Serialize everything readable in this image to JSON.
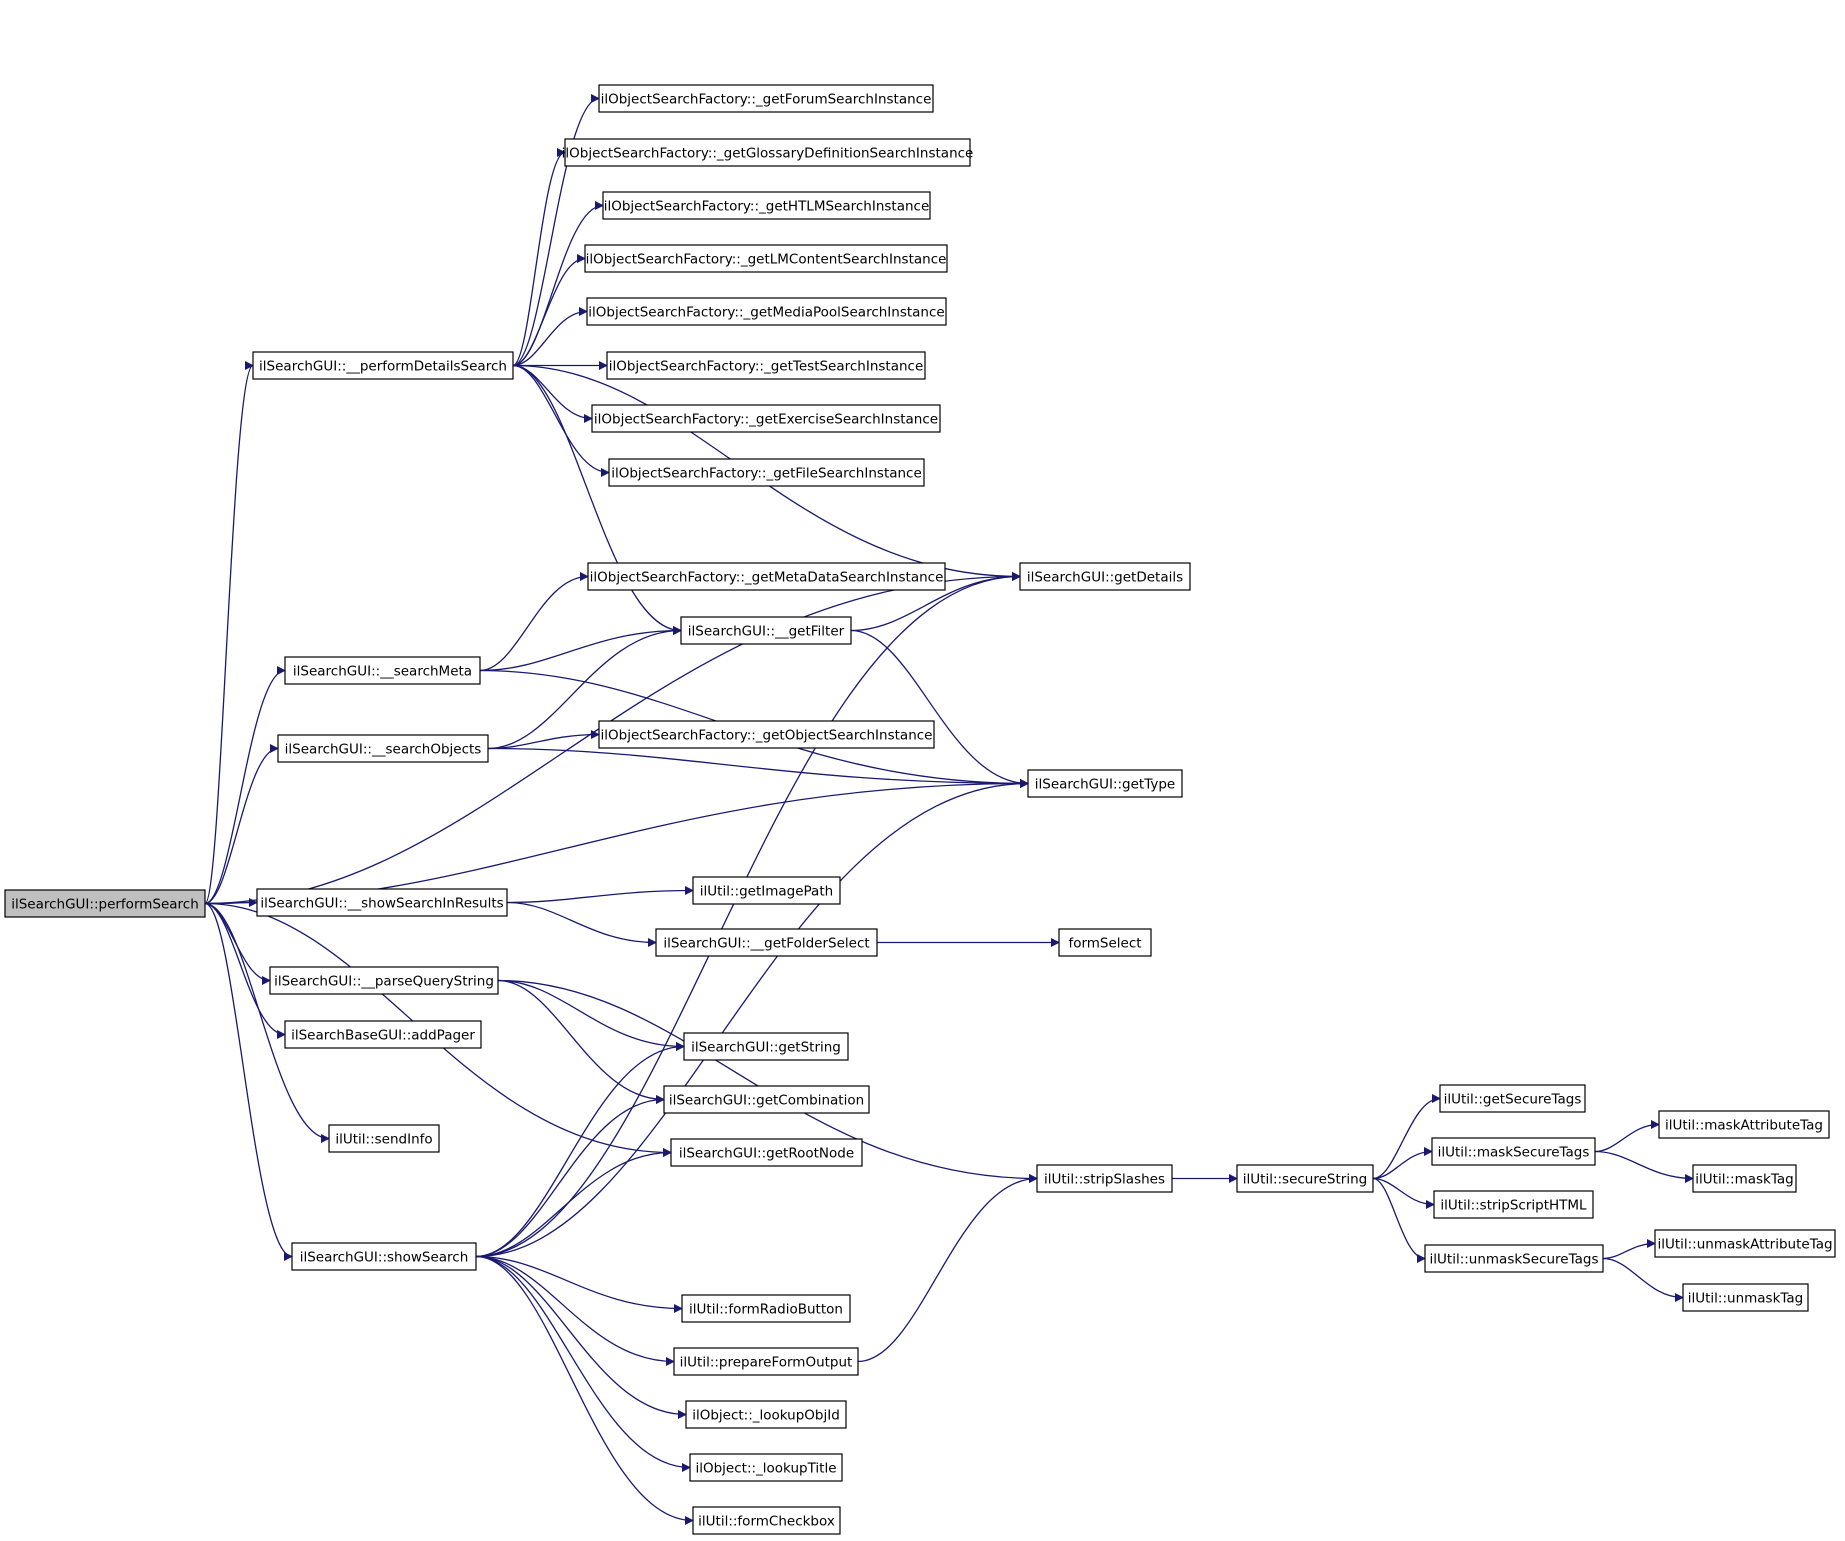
{
  "colors": {
    "edge": "#191970",
    "node_border": "#000000",
    "node_fill": "#ffffff",
    "root_fill": "#bfbfbf"
  },
  "nodes": {
    "performSearch": "ilSearchGUI::performSearch",
    "performDetailsSearch": "ilSearchGUI::__performDetailsSearch",
    "searchMeta": "ilSearchGUI::__searchMeta",
    "searchObjects": "ilSearchGUI::__searchObjects",
    "showSearchInResults": "ilSearchGUI::__showSearchInResults",
    "parseQueryString": "ilSearchGUI::__parseQueryString",
    "addPager": "ilSearchBaseGUI::addPager",
    "sendInfo": "ilUtil::sendInfo",
    "showSearch": "ilSearchGUI::showSearch",
    "getForumSearchInstance": "ilObjectSearchFactory::_getForumSearchInstance",
    "getGlossaryDefinitionSearchInstance": "ilObjectSearchFactory::_getGlossaryDefinitionSearchInstance",
    "getHTLMSearchInstance": "ilObjectSearchFactory::_getHTLMSearchInstance",
    "getLMContentSearchInstance": "ilObjectSearchFactory::_getLMContentSearchInstance",
    "getMediaPoolSearchInstance": "ilObjectSearchFactory::_getMediaPoolSearchInstance",
    "getTestSearchInstance": "ilObjectSearchFactory::_getTestSearchInstance",
    "getExerciseSearchInstance": "ilObjectSearchFactory::_getExerciseSearchInstance",
    "getFileSearchInstance": "ilObjectSearchFactory::_getFileSearchInstance",
    "getMetaDataSearchInstance": "ilObjectSearchFactory::_getMetaDataSearchInstance",
    "getFilter": "ilSearchGUI::__getFilter",
    "getObjectSearchInstance": "ilObjectSearchFactory::_getObjectSearchInstance",
    "getImagePath": "ilUtil::getImagePath",
    "getFolderSelect": "ilSearchGUI::__getFolderSelect",
    "getString": "ilSearchGUI::getString",
    "getCombination": "ilSearchGUI::getCombination",
    "getRootNode": "ilSearchGUI::getRootNode",
    "formRadioButton": "ilUtil::formRadioButton",
    "prepareFormOutput": "ilUtil::prepareFormOutput",
    "lookupObjId": "ilObject::_lookupObjId",
    "lookupTitle": "ilObject::_lookupTitle",
    "formCheckbox": "ilUtil::formCheckbox",
    "getDetails": "ilSearchGUI::getDetails",
    "getType": "ilSearchGUI::getType",
    "formSelect": "formSelect",
    "stripSlashes": "ilUtil::stripSlashes",
    "secureString": "ilUtil::secureString",
    "getSecureTags": "ilUtil::getSecureTags",
    "maskSecureTags": "ilUtil::maskSecureTags",
    "stripScriptHTML": "ilUtil::stripScriptHTML",
    "unmaskSecureTags": "ilUtil::unmaskSecureTags",
    "maskAttributeTag": "ilUtil::maskAttributeTag",
    "maskTag": "ilUtil::maskTag",
    "unmaskAttributeTag": "ilUtil::unmaskAttributeTag",
    "unmaskTag": "ilUtil::unmaskTag"
  },
  "edges": [
    [
      "performSearch",
      "performDetailsSearch"
    ],
    [
      "performSearch",
      "searchMeta"
    ],
    [
      "performSearch",
      "searchObjects"
    ],
    [
      "performSearch",
      "showSearchInResults"
    ],
    [
      "performSearch",
      "parseQueryString"
    ],
    [
      "performSearch",
      "addPager"
    ],
    [
      "performSearch",
      "sendInfo"
    ],
    [
      "performSearch",
      "showSearch"
    ],
    [
      "performSearch",
      "getDetails"
    ],
    [
      "performSearch",
      "getType"
    ],
    [
      "performSearch",
      "getRootNode"
    ],
    [
      "performDetailsSearch",
      "getForumSearchInstance"
    ],
    [
      "performDetailsSearch",
      "getGlossaryDefinitionSearchInstance"
    ],
    [
      "performDetailsSearch",
      "getHTLMSearchInstance"
    ],
    [
      "performDetailsSearch",
      "getLMContentSearchInstance"
    ],
    [
      "performDetailsSearch",
      "getMediaPoolSearchInstance"
    ],
    [
      "performDetailsSearch",
      "getTestSearchInstance"
    ],
    [
      "performDetailsSearch",
      "getExerciseSearchInstance"
    ],
    [
      "performDetailsSearch",
      "getFileSearchInstance"
    ],
    [
      "performDetailsSearch",
      "getDetails"
    ],
    [
      "performDetailsSearch",
      "getFilter"
    ],
    [
      "searchMeta",
      "getMetaDataSearchInstance"
    ],
    [
      "searchMeta",
      "getFilter"
    ],
    [
      "searchMeta",
      "getType"
    ],
    [
      "searchObjects",
      "getFilter"
    ],
    [
      "searchObjects",
      "getObjectSearchInstance"
    ],
    [
      "searchObjects",
      "getType"
    ],
    [
      "getFilter",
      "getDetails"
    ],
    [
      "getFilter",
      "getType"
    ],
    [
      "showSearchInResults",
      "getImagePath"
    ],
    [
      "showSearchInResults",
      "getFolderSelect"
    ],
    [
      "getFolderSelect",
      "formSelect"
    ],
    [
      "parseQueryString",
      "getString"
    ],
    [
      "parseQueryString",
      "getCombination"
    ],
    [
      "parseQueryString",
      "stripSlashes"
    ],
    [
      "showSearch",
      "getString"
    ],
    [
      "showSearch",
      "getCombination"
    ],
    [
      "showSearch",
      "getRootNode"
    ],
    [
      "showSearch",
      "getDetails"
    ],
    [
      "showSearch",
      "getType"
    ],
    [
      "showSearch",
      "formRadioButton"
    ],
    [
      "showSearch",
      "prepareFormOutput"
    ],
    [
      "showSearch",
      "lookupObjId"
    ],
    [
      "showSearch",
      "lookupTitle"
    ],
    [
      "showSearch",
      "formCheckbox"
    ],
    [
      "prepareFormOutput",
      "stripSlashes"
    ],
    [
      "stripSlashes",
      "secureString"
    ],
    [
      "secureString",
      "getSecureTags"
    ],
    [
      "secureString",
      "maskSecureTags"
    ],
    [
      "secureString",
      "stripScriptHTML"
    ],
    [
      "secureString",
      "unmaskSecureTags"
    ],
    [
      "maskSecureTags",
      "maskAttributeTag"
    ],
    [
      "maskSecureTags",
      "maskTag"
    ],
    [
      "unmaskSecureTags",
      "unmaskAttributeTag"
    ],
    [
      "unmaskSecureTags",
      "unmaskTag"
    ]
  ]
}
